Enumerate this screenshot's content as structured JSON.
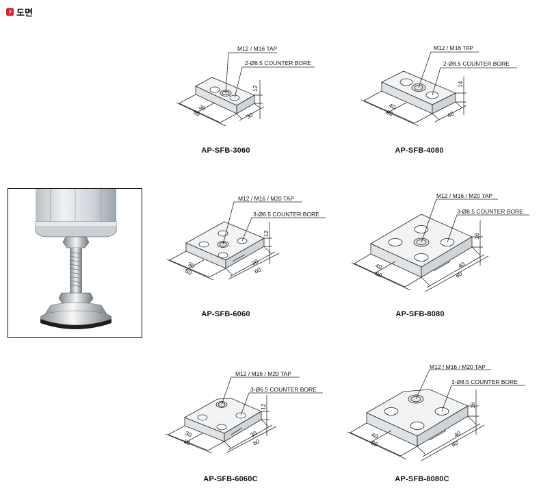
{
  "header": {
    "title": "도면"
  },
  "products": [
    {
      "model": "AP-SFB-3060",
      "tap": "M12 / M16 TAP",
      "bore": "2-Ø6.5 COUNTER BORE",
      "dim_a": "30",
      "dim_b": "60",
      "dim_c": "30",
      "height": "12"
    },
    {
      "model": "AP-SFB-4080",
      "tap": "M12 / M16 TAP",
      "bore": "2-Ø8.5 COUNTER BORE",
      "dim_a": "40",
      "dim_b": "80",
      "dim_c": "40",
      "height": "14"
    },
    {
      "model": "AP-SFB-6060",
      "tap": "M12 / M16 / M20 TAP",
      "bore": "3-Ø6.5 COUNTER BORE",
      "dim_a": "30",
      "dim_b": "60",
      "dim_c": "30",
      "dim_d": "60",
      "height": "12"
    },
    {
      "model": "AP-SFB-8080",
      "tap": "M12 / M16 / M20 TAP",
      "bore": "3-Ø8.5 COUNTER BORE",
      "dim_a": "40",
      "dim_b": "80",
      "dim_c": "40",
      "dim_d": "80",
      "height": "16"
    },
    {
      "model": "AP-SFB-6060C",
      "tap": "M12 / M16 / M20 TAP",
      "bore": "3-Ø6.5 COUNTER BORE",
      "dim_a": "30",
      "dim_b": "60",
      "dim_c": "30",
      "dim_d": "60",
      "height": "12"
    },
    {
      "model": "AP-SFB-8080C",
      "tap": "M12 / M16 / M20 TAP",
      "bore": "3-Ø8.5 COUNTER BORE",
      "dim_a": "40",
      "dim_b": "80",
      "dim_c": "40",
      "dim_d": "80",
      "height": "16"
    }
  ]
}
